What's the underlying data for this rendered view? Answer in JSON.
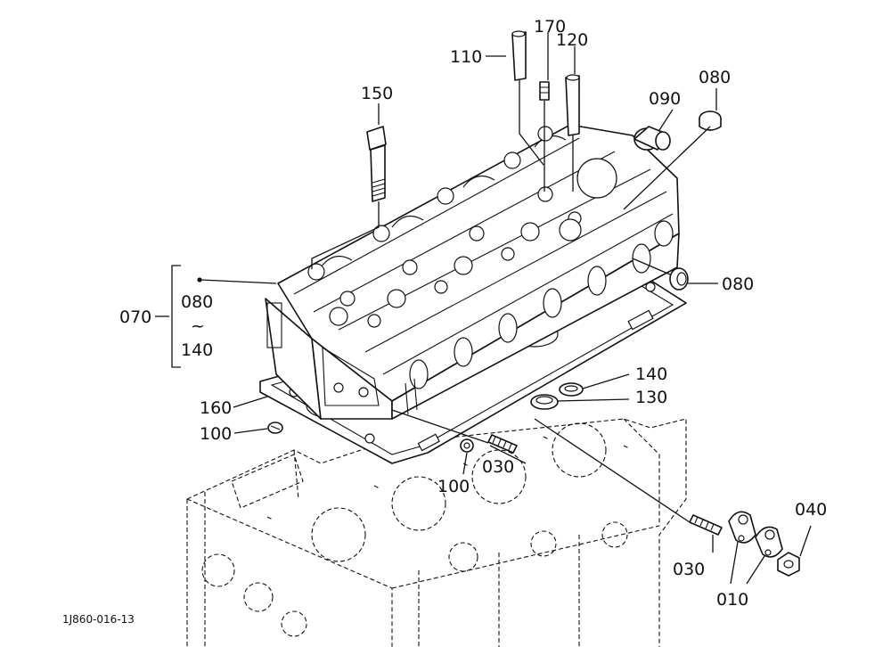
{
  "drawing_code": "1J860-016-13",
  "labels": {
    "p110": "110",
    "p170": "170",
    "p120": "120",
    "p080_top": "080",
    "p090": "090",
    "p150": "150",
    "p070": "070",
    "p070_from": "080",
    "p070_tilde": "~",
    "p070_to": "140",
    "p080_right": "080",
    "p160": "160",
    "p140": "140",
    "p130": "130",
    "p100_left": "100",
    "p030_mid": "030",
    "p100_bottom": "100",
    "p040": "040",
    "p030_right": "030",
    "p010": "010"
  }
}
